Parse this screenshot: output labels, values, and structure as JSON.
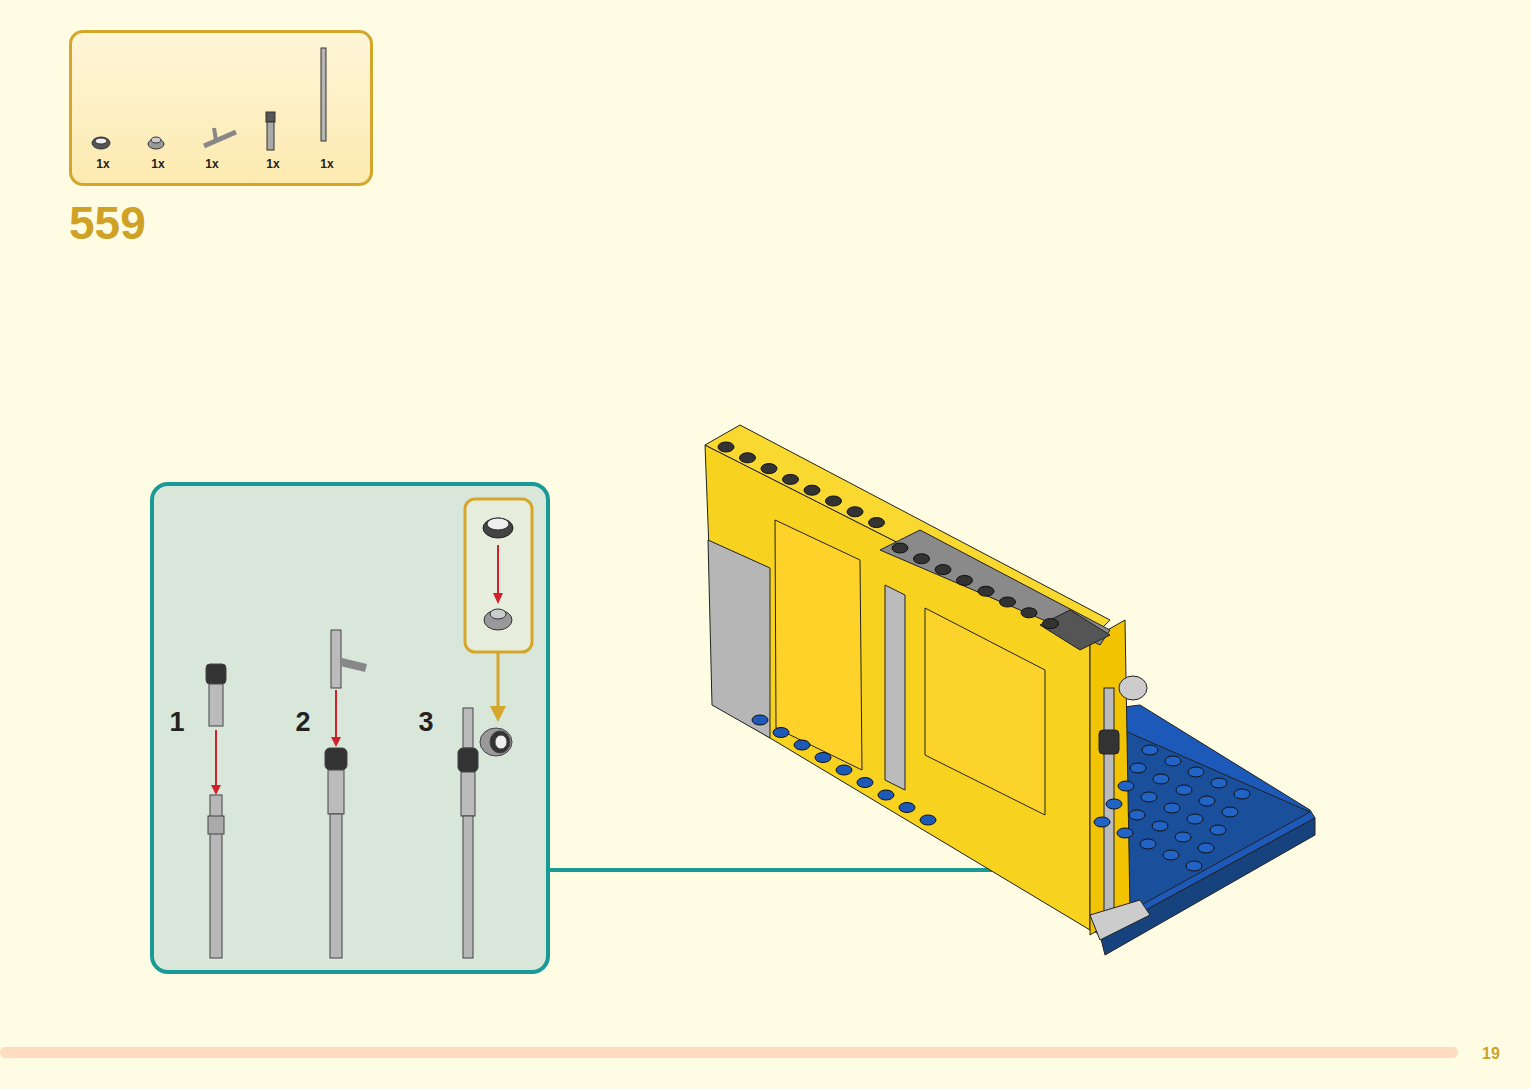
{
  "diagram": {
    "nodes": [
      {
        "text": [
          "1x",
          "1x",
          "1x",
          "1x",
          "1x"
        ]
      },
      {
        "text": [
          "1",
          "2",
          "3"
        ]
      }
    ],
    "labels": [
      "559",
      "19"
    ]
  }
}
